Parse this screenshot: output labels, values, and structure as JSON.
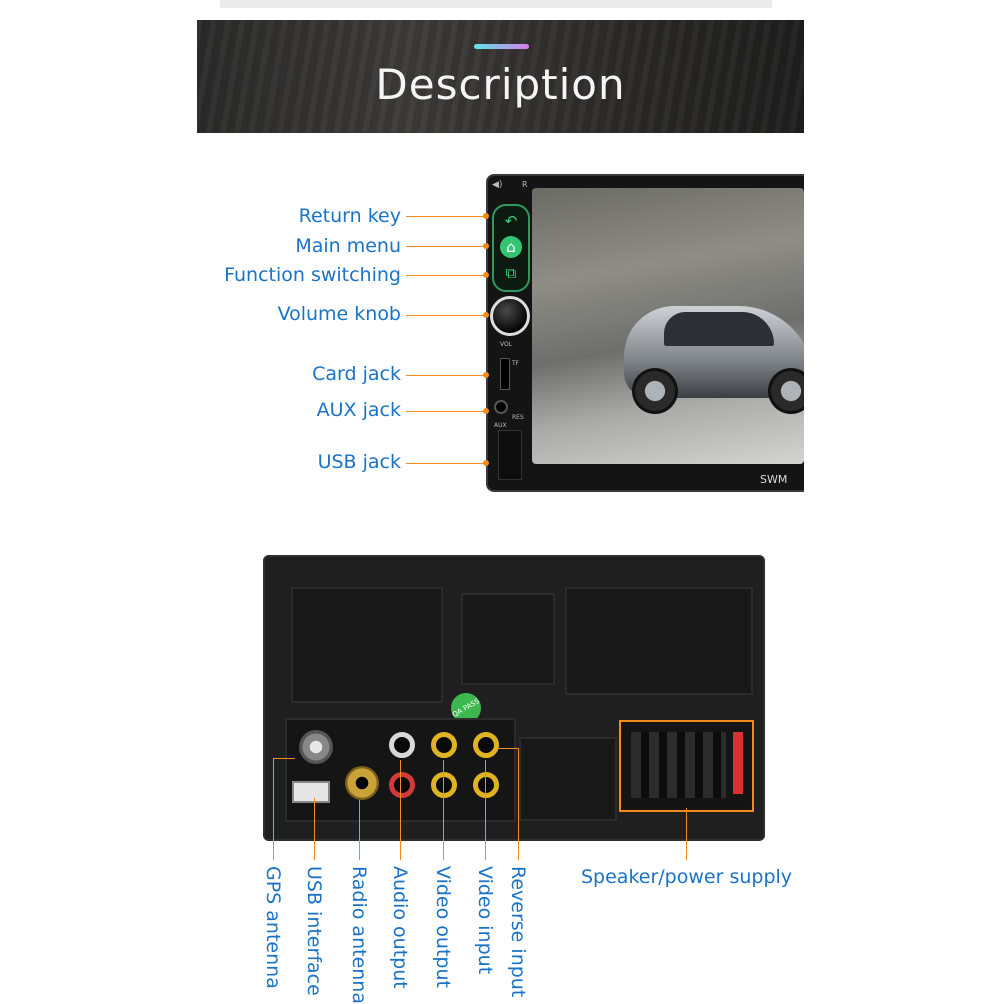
{
  "banner": {
    "title": "Description"
  },
  "front": {
    "brand": "SWM",
    "labels": [
      "Return key",
      "Main menu",
      "Function switching",
      "Volume knob",
      "Card jack",
      "AUX jack",
      "USB jack"
    ],
    "tiny": {
      "vol": "VOL",
      "tf": "TF",
      "res": "RES",
      "aux": "AUX",
      "r": "R"
    }
  },
  "back": {
    "qa": "QA PASS",
    "port_labels": [
      "GPS antenna",
      "USB interface",
      "Radio antenna",
      "Audio output",
      "Video output",
      "Video input",
      "Reverse input"
    ],
    "speaker_label": "Speaker/power supply"
  },
  "colors": {
    "label": "#1a73c7",
    "leader": "#f28a1e",
    "accent_start": "#5ee6e6",
    "accent_end": "#d67bea"
  }
}
